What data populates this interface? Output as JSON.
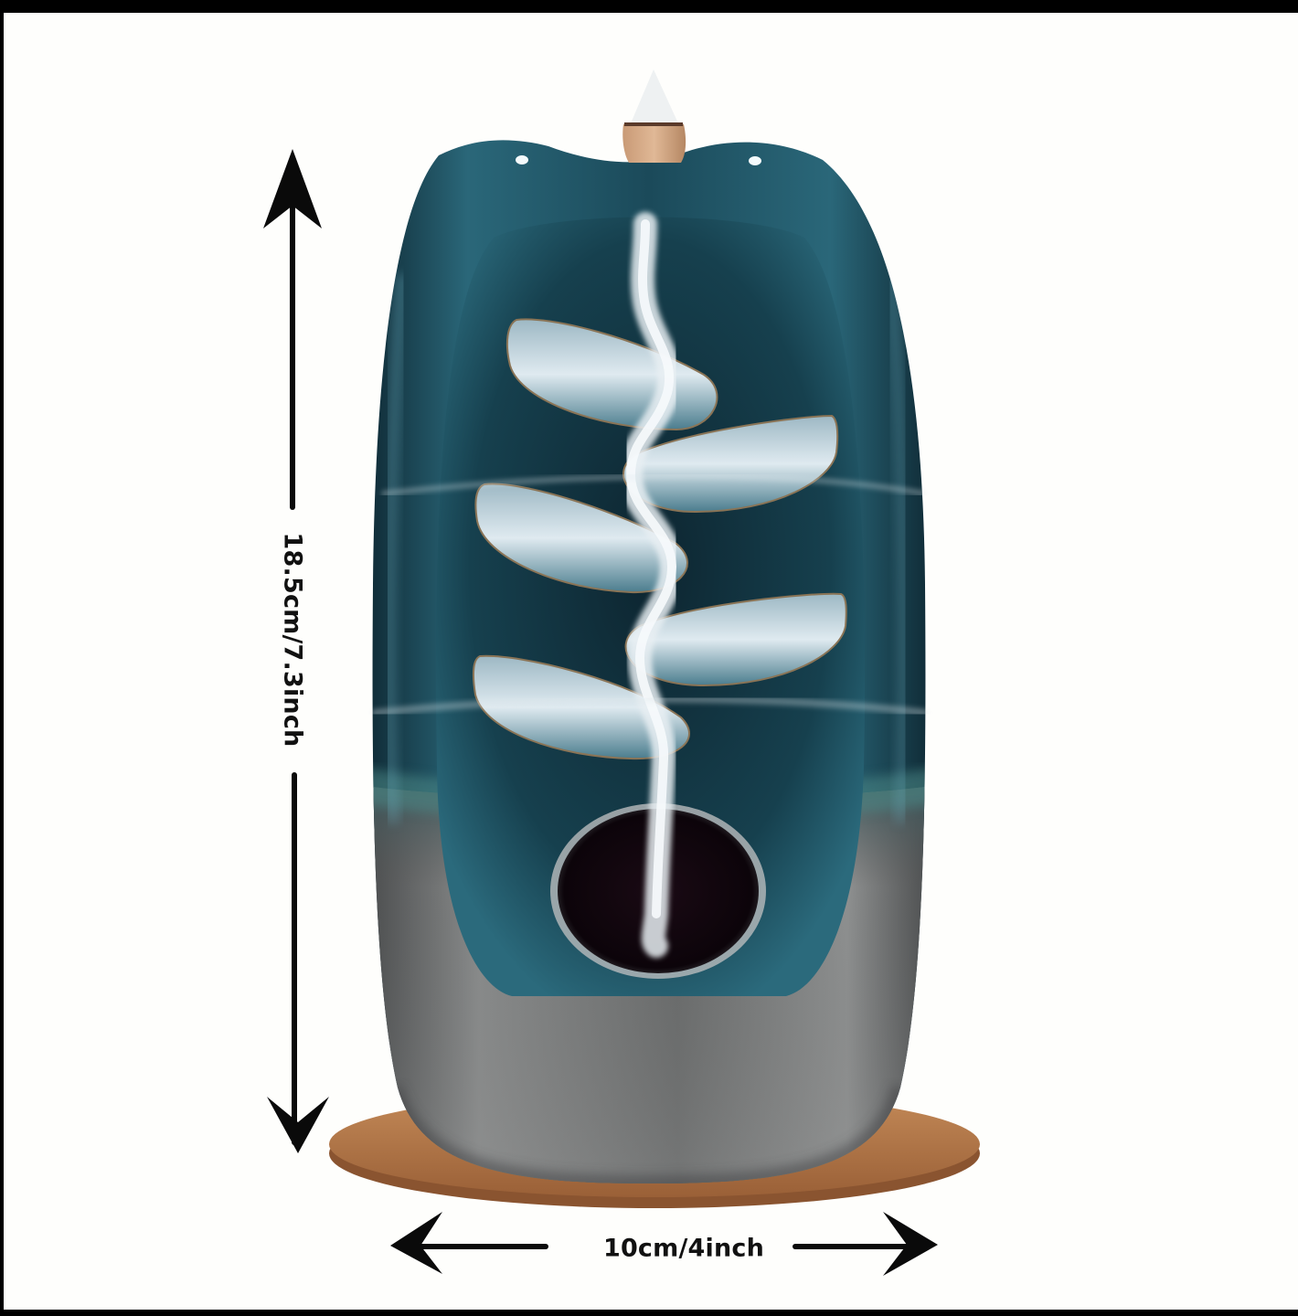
{
  "image": {
    "subject": "Ceramic backflow incense waterfall burner with cone incense on cork coaster",
    "colors": {
      "frame": "#000000",
      "background": "#fefefc",
      "glaze_dark": "#12313d",
      "glaze_mid": "#1f5566",
      "glaze_light": "#3f8296",
      "base_gray": "#707272",
      "base_light": "#9a9c9b",
      "smoke": "#e4ecf0",
      "cone_tan": "#d4a884",
      "cork": "#b47a4c",
      "arrow": "#0a0a0a"
    }
  },
  "dimensions": {
    "height_label": "18.5cm/7.3inch",
    "width_label": "10cm/4inch"
  }
}
